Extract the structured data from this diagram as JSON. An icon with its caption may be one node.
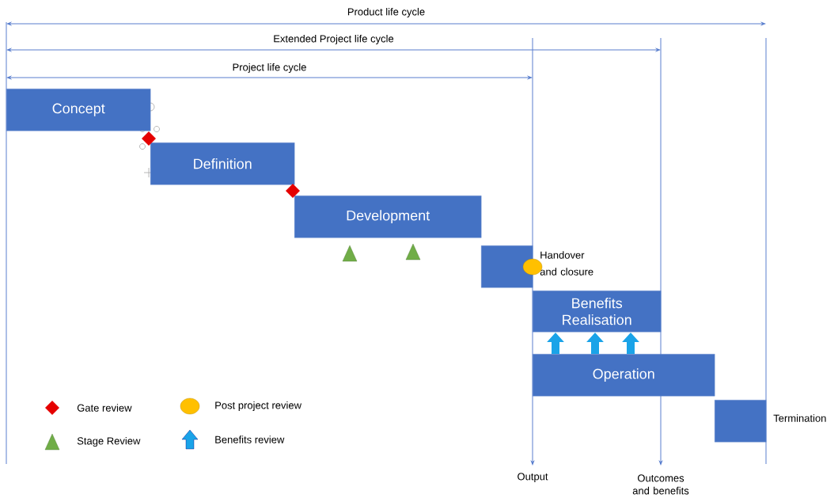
{
  "diagram": {
    "nodes": [
      {
        "text": [
          "Concept"
        ]
      },
      {
        "text": [
          "Definition"
        ]
      },
      {
        "text": [
          "Development"
        ]
      },
      {
        "text": [],
        "shape": "box",
        "beside": [
          "Handover and closure"
        ]
      },
      {
        "text": [
          "Benefits Realisation"
        ]
      },
      {
        "text": [
          "Operation"
        ]
      },
      {
        "text": [],
        "shape": "box",
        "beside": [
          "Termination"
        ]
      }
    ],
    "edges": [
      {
        "from": 5,
        "to": 4,
        "arrow": "to"
      },
      {
        "from": 5,
        "to": 4,
        "arrow": "to"
      },
      {
        "from": 5,
        "to": 4,
        "arrow": "to"
      }
    ],
    "labels": [
      "Product life cycle",
      "Extended Project life cycle",
      "Project life cycle",
      "Output",
      "Outcomes and benefits"
    ],
    "legend": [
      {
        "text": "Gate review"
      },
      {
        "text": "Post project review"
      },
      {
        "text": "Stage Review"
      },
      {
        "text": "Benefits review"
      }
    ]
  }
}
